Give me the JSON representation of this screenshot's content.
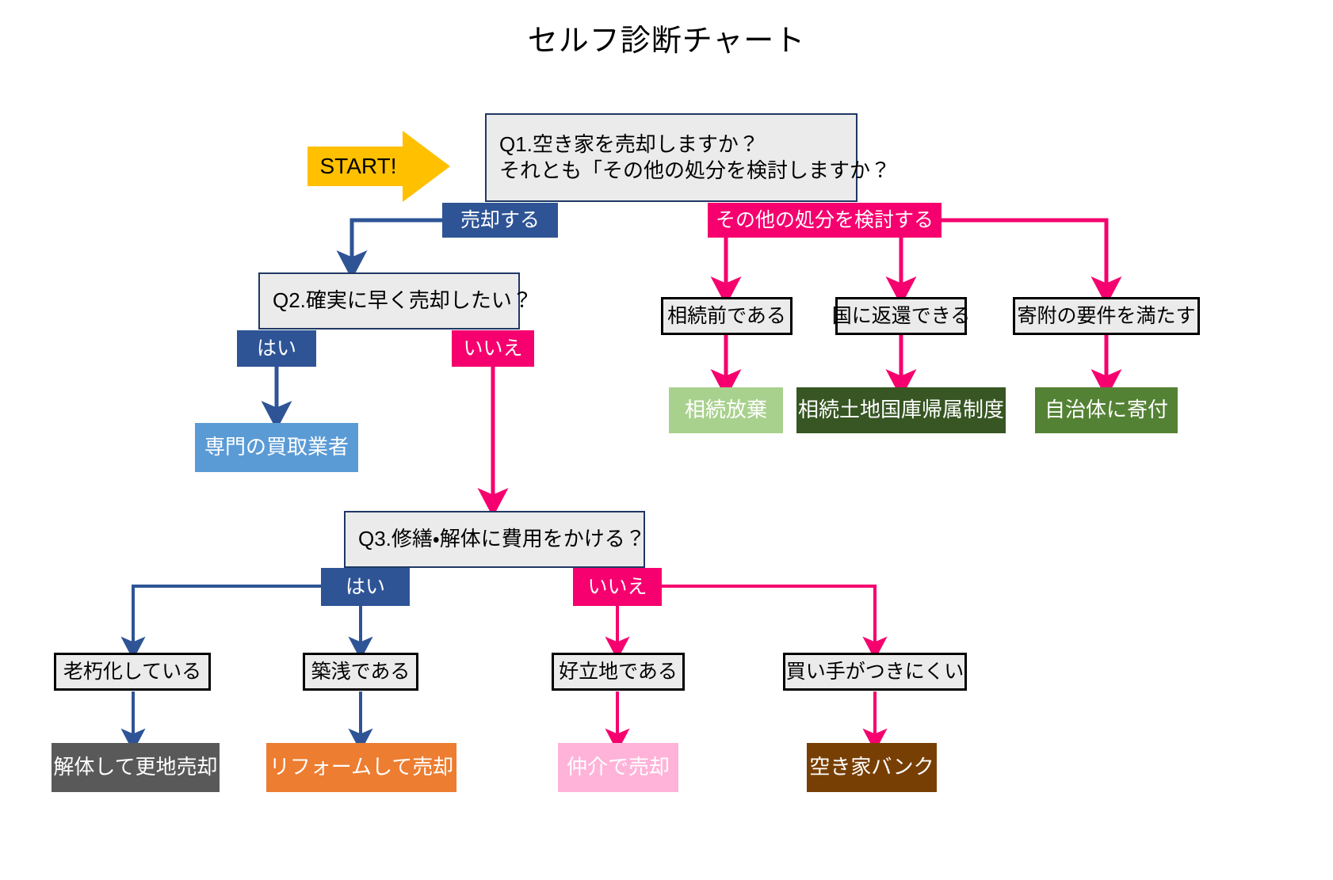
{
  "title": "セルフ診断チャート",
  "start": {
    "label": "START!",
    "color": "#ffc000"
  },
  "colors": {
    "blue": "#2e5496",
    "pink": "#f5006e",
    "light_blue": "#5b9bd5",
    "light_green": "#a9d18e",
    "dark_green": "#375623",
    "mid_green": "#548235",
    "gray": "#595959",
    "orange": "#ed7d31",
    "soft_pink": "#ffb3d9",
    "brown": "#783f04",
    "box_fill": "#ebebeb",
    "box_border_navy": "#1f3864",
    "box_border_black": "#000000",
    "start_gold": "#ffc000"
  },
  "questions": {
    "q1_line1": "Q1.空き家を売却しますか？",
    "q1_line2": "それとも「その他の処分を検討しますか？",
    "q2": "Q2.確実に早く売却したい？",
    "q3": "Q3.修繕・解体に費用をかける？"
  },
  "answers": {
    "sell": "売却する",
    "other": "その他の処分を検討する",
    "q2_yes": "はい",
    "q2_no": "いいえ",
    "q3_yes": "はい",
    "q3_no": "いいえ"
  },
  "conditions": {
    "before_inheritance": "相続前である",
    "return_to_state": "国に返還できる",
    "meets_donation": "寄附の要件を満たす",
    "deteriorated": "老朽化している",
    "newly_built": "築浅である",
    "good_location": "好立地である",
    "hard_to_sell": "買い手がつきにくい"
  },
  "outcomes": {
    "buyer_specialist": "専門の買取業者",
    "renounce_inheritance": "相続放棄",
    "land_to_state": "相続土地国庫帰属制度",
    "donate_municipality": "自治体に寄付",
    "demolish_sell_land": "解体して更地売却",
    "reform_and_sell": "リフォームして売却",
    "sell_via_agent": "仲介で売却",
    "akiya_bank": "空き家バンク"
  }
}
